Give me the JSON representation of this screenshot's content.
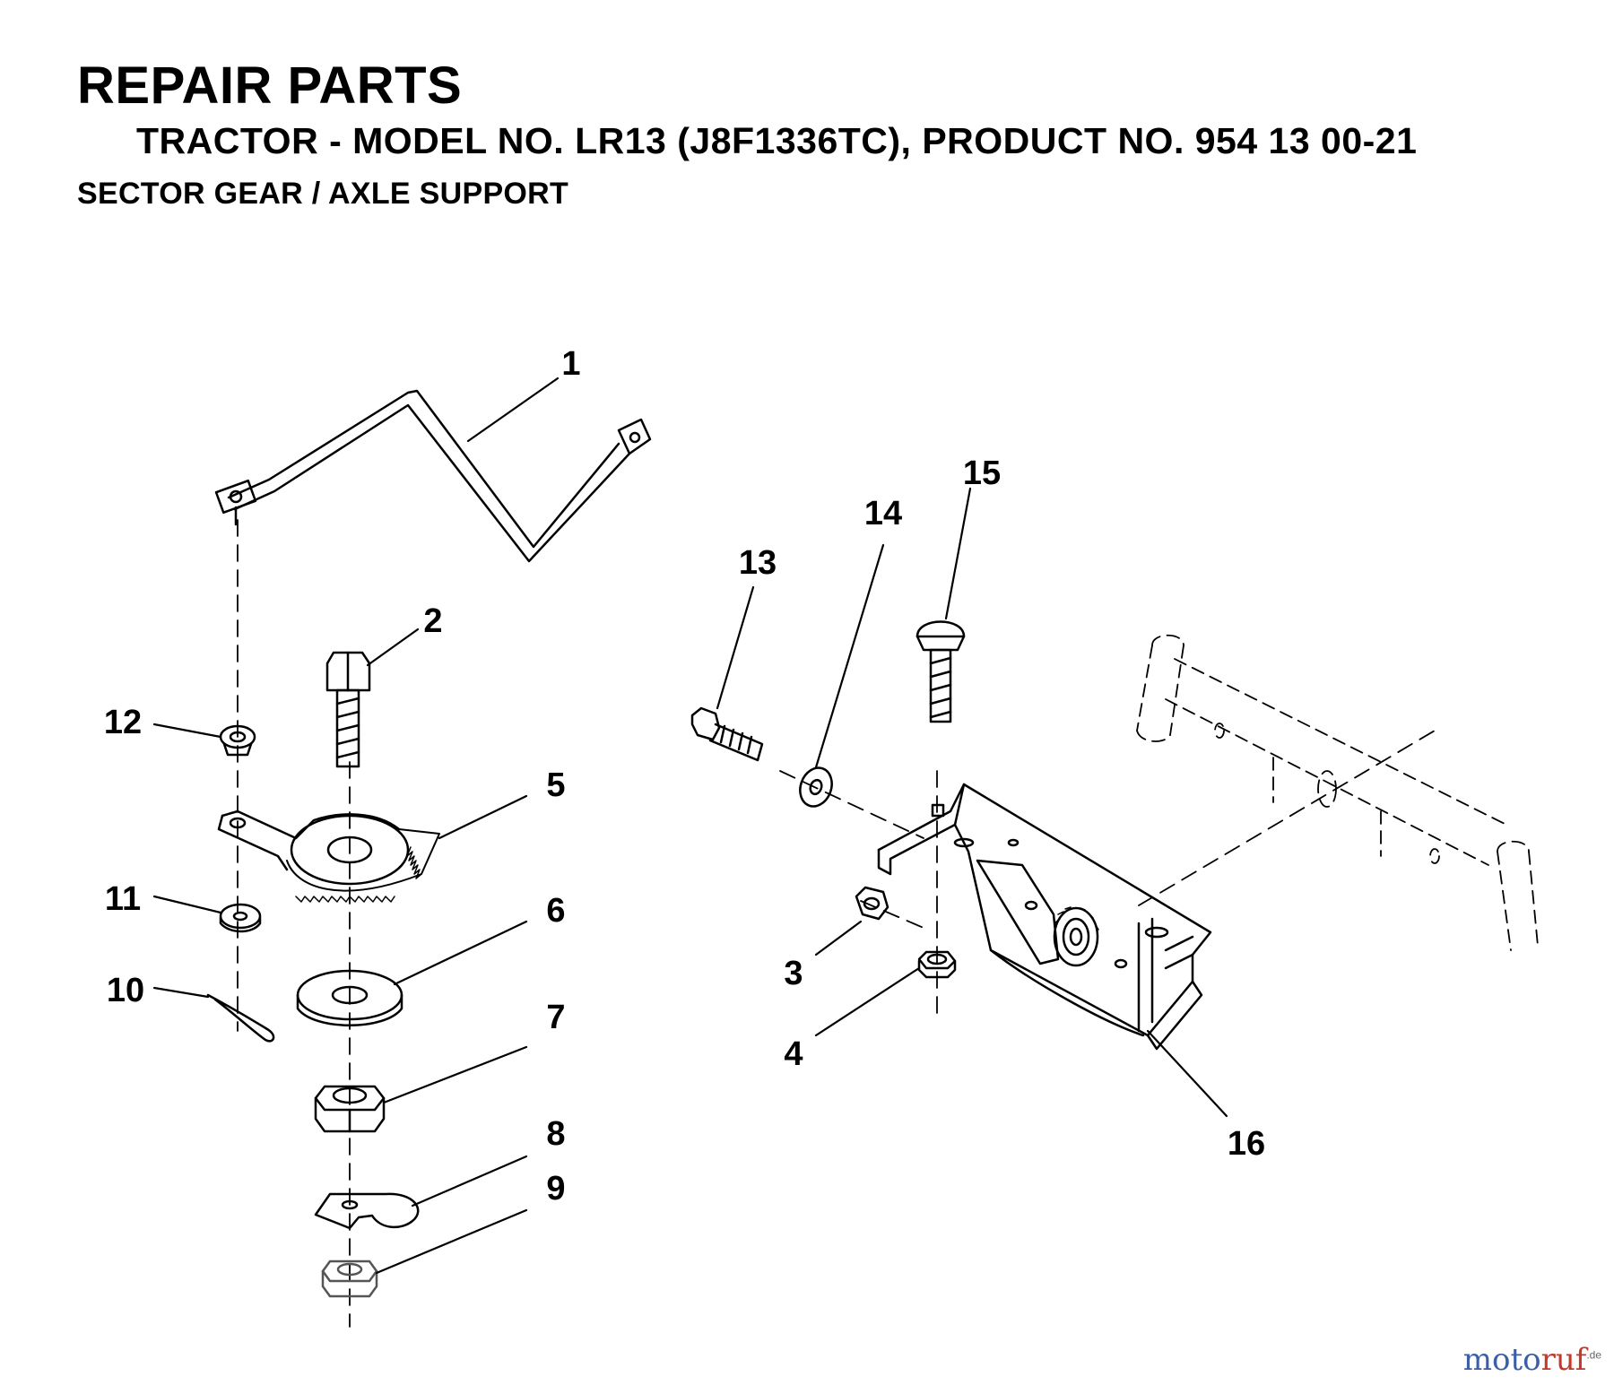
{
  "header": {
    "title": "REPAIR PARTS",
    "subtitle": "TRACTOR - MODEL NO. LR13 (J8F1336TC), PRODUCT NO. 954 13 00-21",
    "section": "SECTOR GEAR / AXLE SUPPORT"
  },
  "callouts": {
    "c1": "1",
    "c2": "2",
    "c3": "3",
    "c4": "4",
    "c5": "5",
    "c6": "6",
    "c7": "7",
    "c8": "8",
    "c9": "9",
    "c10": "10",
    "c11": "11",
    "c12": "12",
    "c13": "13",
    "c14": "14",
    "c15": "15",
    "c16": "16"
  },
  "watermark": {
    "brand_part1": "moto",
    "brand_part2": "ruf",
    "suffix": ".de",
    "color_part1": "#3a5fa8",
    "color_part2": "#c0392b"
  }
}
